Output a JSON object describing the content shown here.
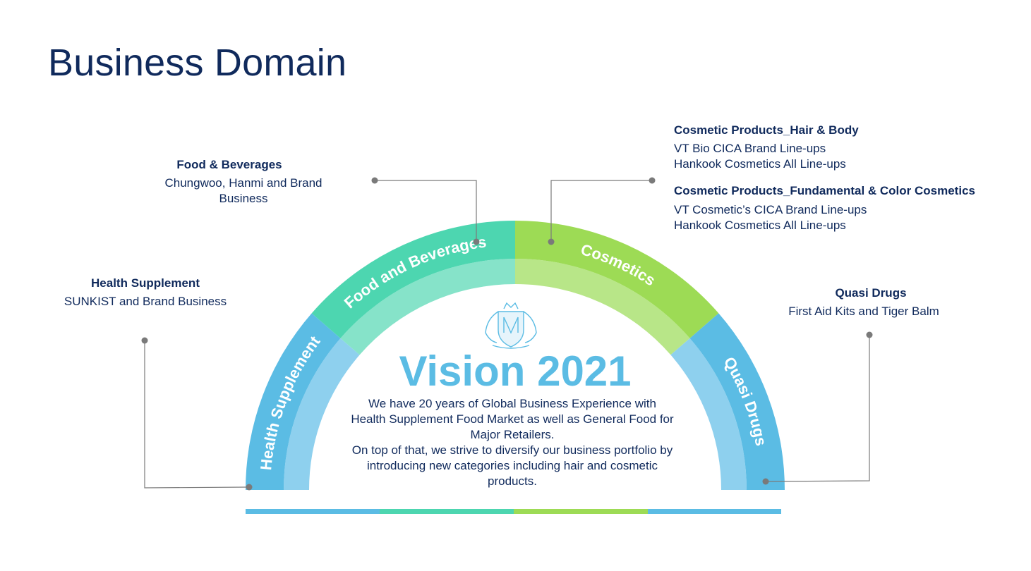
{
  "title": "Business Domain",
  "center": {
    "heading": "Vision 2021",
    "paragraph1": "We have 20 years of Global Business Experience with Health Supplement Food Market as well as General Food for Major Retailers.",
    "paragraph2": "On top of that, we strive to diversify our business portfolio by introducing new categories including hair and cosmetic products."
  },
  "segments": [
    {
      "label": "Health Supplement",
      "color": "#5bbce4",
      "inner_color": "#8ed0ee"
    },
    {
      "label": "Food and Beverages",
      "color": "#4dd6b0",
      "inner_color": "#86e3c9"
    },
    {
      "label": "Cosmetics",
      "color": "#9ddb55",
      "inner_color": "#b8e688"
    },
    {
      "label": "Quasi Drugs",
      "color": "#5bbce4",
      "inner_color": "#8ed0ee"
    }
  ],
  "callouts": {
    "health": {
      "head": "Health Supplement",
      "lines": [
        "SUNKIST and Brand Business"
      ]
    },
    "food": {
      "head": "Food & Beverages",
      "lines": [
        "Chungwoo, Hanmi and Brand Business"
      ]
    },
    "cosmetics_hair": {
      "head": "Cosmetic Products_Hair & Body",
      "lines": [
        "VT Bio CICA Brand Line-ups",
        "Hankook Cosmetics All Line-ups"
      ]
    },
    "cosmetics_color": {
      "head": "Cosmetic Products_Fundamental & Color Cosmetics",
      "lines": [
        "VT Cosmetic’s CICA Brand Line-ups",
        "Hankook Cosmetics All Line-ups"
      ]
    },
    "quasi": {
      "head": "Quasi Drugs",
      "lines": [
        "First Aid Kits and Tiger Balm"
      ]
    }
  },
  "bottom_bar_colors": [
    "#5bbce4",
    "#4dd6b0",
    "#9ddb55",
    "#5bbce4"
  ],
  "emblem": {
    "icon": "crest-logo-icon",
    "color": "#5bbce4"
  }
}
